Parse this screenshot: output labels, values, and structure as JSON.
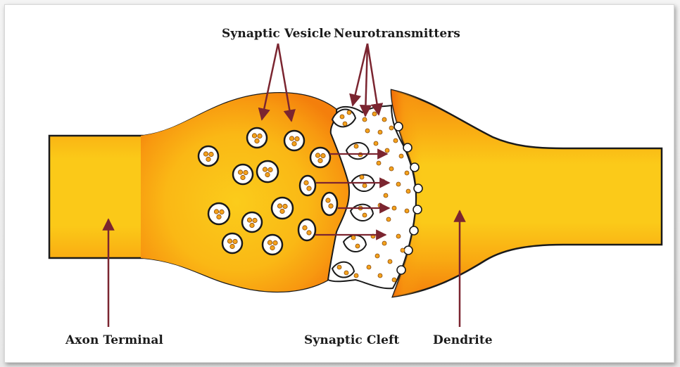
{
  "labels": {
    "synaptic_vesicle": "Synaptic Vesicle",
    "neurotransmitters": "Neurotransmitters",
    "axon_terminal": "Axon Terminal",
    "synaptic_cleft": "Synaptic Cleft",
    "dendrite": "Dendrite"
  },
  "colors": {
    "outer_orange": "#f58a0f",
    "mid_orange": "#f9ad12",
    "inner_yellow": "#fbcb1a",
    "arrow": "#7b2530",
    "cleft": "#ffffff",
    "dot": "#f4a21c"
  }
}
